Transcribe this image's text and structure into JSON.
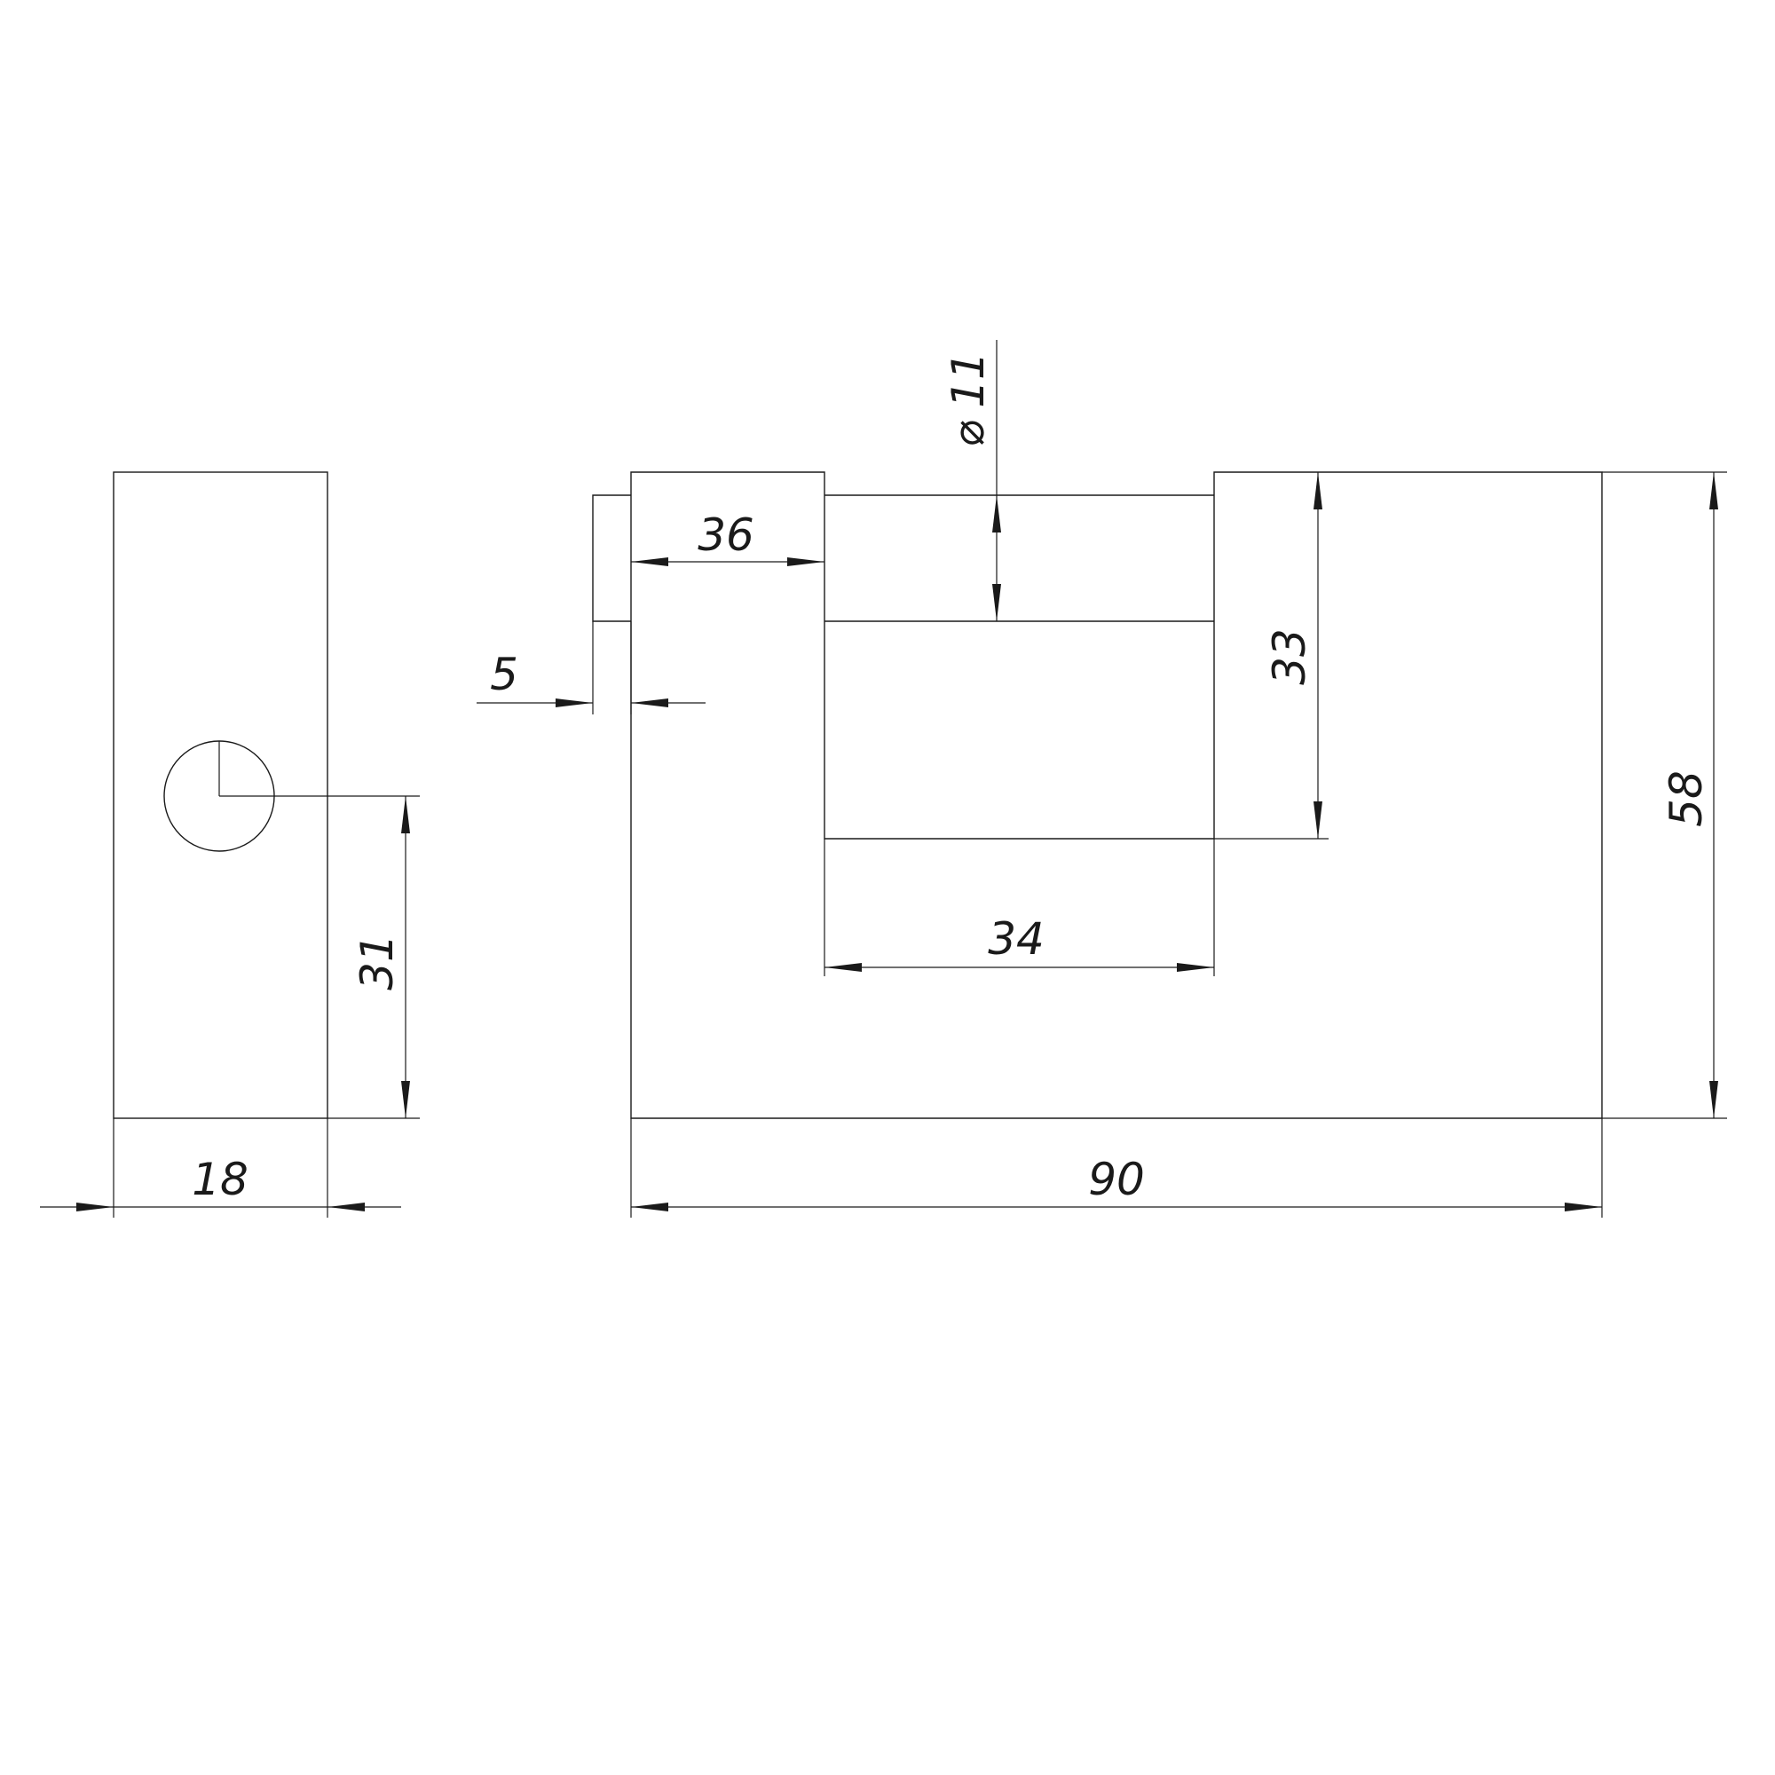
{
  "dimensions": {
    "side_width": "18",
    "hole_height": "31",
    "front_width": "90",
    "overall_height": "58",
    "opening_width": "34",
    "opening_height": "33",
    "shackle_length": "36",
    "shackle_diameter": "11",
    "shackle_offset": "5"
  },
  "symbols": {
    "diameter": "⌀"
  }
}
